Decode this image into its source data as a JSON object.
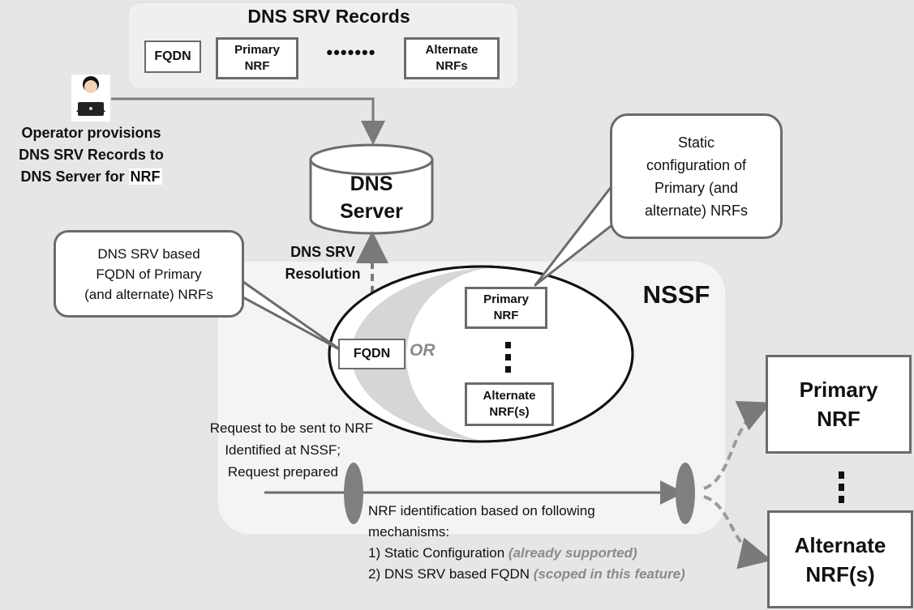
{
  "dns_records": {
    "title": "DNS SRV Records",
    "fqdn": "FQDN",
    "primary_line1": "Primary",
    "primary_line2": "NRF",
    "dots": "•••••••",
    "alternate_line1": "Alternate",
    "alternate_line2": "NRFs"
  },
  "operator": {
    "line1": "Operator provisions",
    "line2": "DNS SRV Records to",
    "line3_prefix": "DNS Server for ",
    "line3_nrf": "NRF"
  },
  "dns_server": {
    "line1": "DNS",
    "line2": "Server"
  },
  "resolution": {
    "line1": "DNS SRV",
    "line2": "Resolution"
  },
  "callout_left": {
    "line1": "DNS SRV based",
    "line2": "FQDN of Primary",
    "line3": "(and alternate) NRFs"
  },
  "callout_right": {
    "line1": "Static",
    "line2": "configuration of",
    "line3": "Primary (and",
    "line4": "alternate) NRFs"
  },
  "nssf": {
    "label": "NSSF",
    "fqdn": "FQDN",
    "or": "OR",
    "primary_line1": "Primary",
    "primary_line2": "NRF",
    "alternate_line1": "Alternate",
    "alternate_line2": "NRF(s)"
  },
  "request": {
    "line1": "Request to be sent to NRF",
    "line2": "Identified at NSSF;",
    "line3": "Request prepared"
  },
  "mechanisms": {
    "line1": "NRF identification based on following",
    "line2": "mechanisms:",
    "item1": "1)  Static Configuration ",
    "item1_note": "(already supported)",
    "item2": "2)  DNS SRV based  FQDN ",
    "item2_note": "(scoped in this feature)"
  },
  "targets": {
    "primary_line1": "Primary",
    "primary_line2": "NRF",
    "alternate_line1": "Alternate",
    "alternate_line2": "NRF(s)"
  },
  "colors": {
    "line": "#7a7a7a",
    "border": "#6b6b6b",
    "note": "#8a8a8a",
    "shade": "#d6d6d6"
  }
}
